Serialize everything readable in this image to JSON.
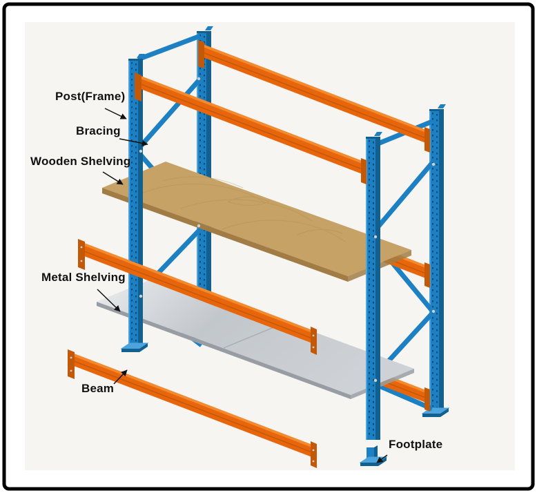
{
  "labels": {
    "post_frame": "Post(Frame)",
    "bracing": "Bracing",
    "wooden_shelving": "Wooden Shelving",
    "metal_shelving": "Metal Shelving",
    "beam": "Beam",
    "footplate": "Footplate"
  },
  "colors": {
    "background": "#f6f5f2",
    "frame_border": "#000000",
    "post_blue": "#1d80c3",
    "post_blue_dark": "#11608f",
    "post_blue_light": "#4da3dc",
    "perforation_blue": "#0b4a78",
    "beam_orange": "#e8660b",
    "beam_orange_dark": "#b5520a",
    "beam_orange_light": "#f48a2e",
    "bracket_orange": "#c35806",
    "wood_top": "#c7a267",
    "wood_edge": "#a17c45",
    "wood_grain": "#a8863e",
    "metal_light": "#eceeef",
    "metal_mid": "#c2c7cc",
    "metal_edge": "#989da3",
    "bolt_gray": "#c9d2d8",
    "label_text": "#111111"
  }
}
